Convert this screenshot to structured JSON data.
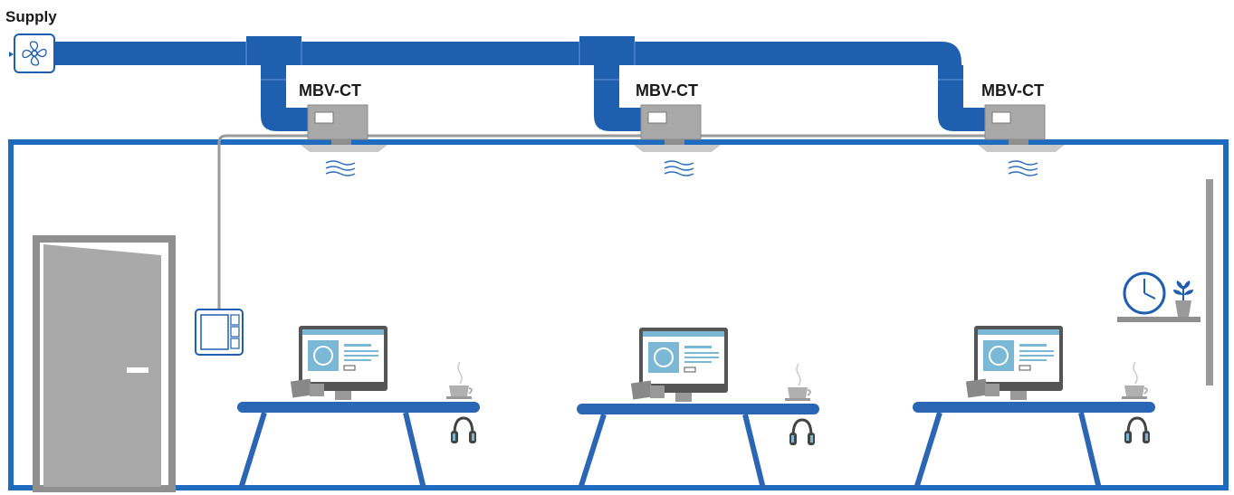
{
  "supply_label": "Supply",
  "units": [
    {
      "label": "MBV-CT"
    },
    {
      "label": "MBV-CT"
    },
    {
      "label": "MBV-CT"
    }
  ],
  "colors": {
    "duct": "#1f5fb0",
    "duct_dark": "#164a8c",
    "wall": "#1f6bbf",
    "desk": "#2a66b3",
    "unit_grey": "#a8a8a8",
    "door": "#999999",
    "airflow": "#2f6fbe"
  },
  "icons": [
    "fan-icon",
    "airflow-icon",
    "clock-icon",
    "plant-icon",
    "headphones-icon",
    "coffee-cup-icon",
    "monitor-icon",
    "door-handle-icon",
    "controller-icon"
  ]
}
